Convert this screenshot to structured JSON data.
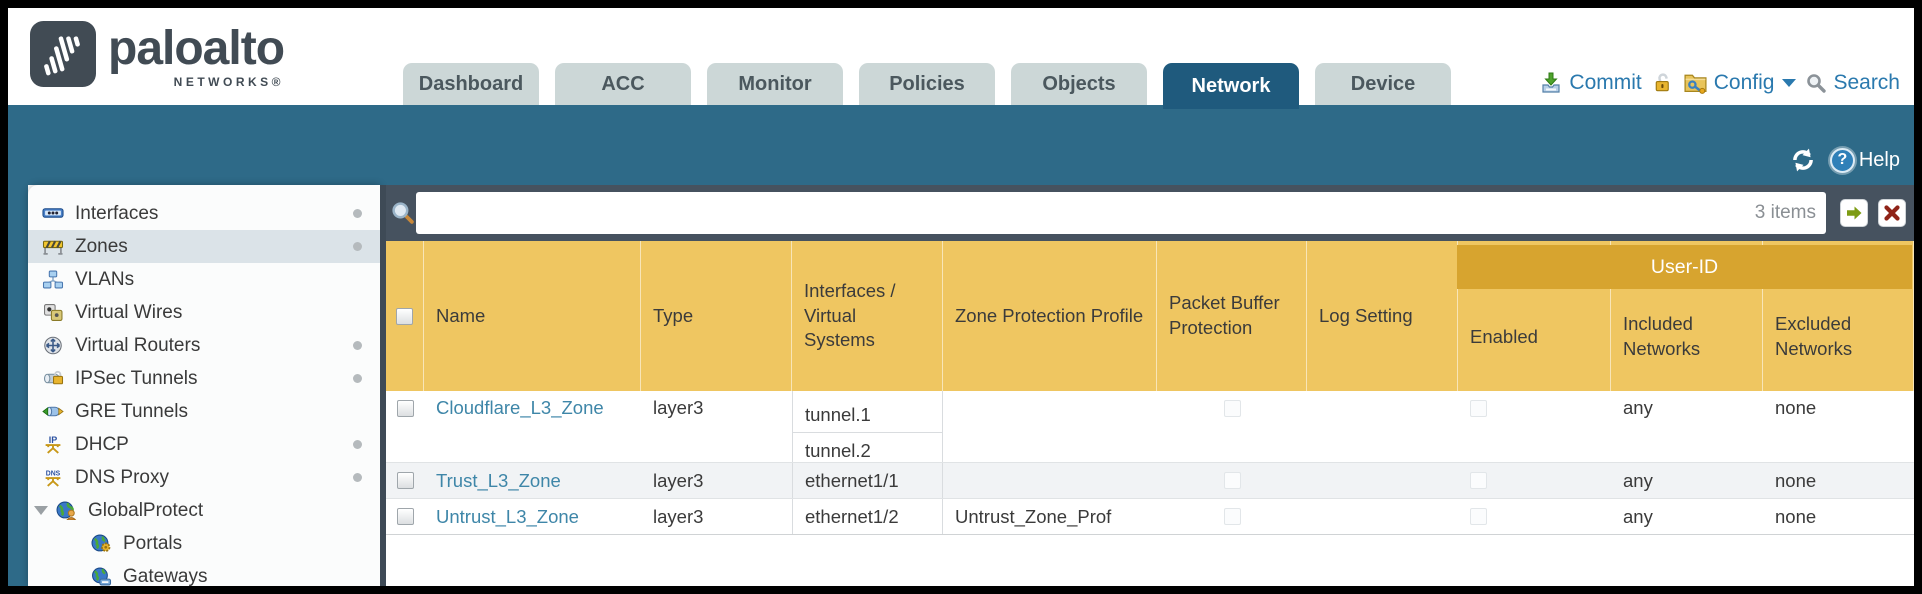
{
  "brand": {
    "name": "paloalto",
    "sub": "NETWORKS®"
  },
  "tabs": [
    {
      "label": "Dashboard",
      "active": false
    },
    {
      "label": "ACC",
      "active": false
    },
    {
      "label": "Monitor",
      "active": false
    },
    {
      "label": "Policies",
      "active": false
    },
    {
      "label": "Objects",
      "active": false
    },
    {
      "label": "Network",
      "active": true
    },
    {
      "label": "Device",
      "active": false
    }
  ],
  "toolbar": {
    "commit_label": "Commit",
    "config_label": "Config",
    "search_label": "Search"
  },
  "banner": {
    "help_label": "Help"
  },
  "sidebar": {
    "items": [
      {
        "label": "Interfaces",
        "icon": "interfaces-icon",
        "dot": true
      },
      {
        "label": "Zones",
        "icon": "zones-icon",
        "dot": true,
        "selected": true
      },
      {
        "label": "VLANs",
        "icon": "vlans-icon",
        "dot": false
      },
      {
        "label": "Virtual Wires",
        "icon": "virtual-wires-icon",
        "dot": false
      },
      {
        "label": "Virtual Routers",
        "icon": "virtual-routers-icon",
        "dot": true
      },
      {
        "label": "IPSec Tunnels",
        "icon": "ipsec-tunnels-icon",
        "dot": true
      },
      {
        "label": "GRE Tunnels",
        "icon": "gre-tunnels-icon",
        "dot": false
      },
      {
        "label": "DHCP",
        "icon": "dhcp-icon",
        "dot": true
      },
      {
        "label": "DNS Proxy",
        "icon": "dns-proxy-icon",
        "dot": true
      },
      {
        "label": "GlobalProtect",
        "icon": "globalprotect-icon",
        "dot": false,
        "expanded": true
      },
      {
        "label": "Portals",
        "icon": "portals-icon",
        "dot": false,
        "indent": true
      },
      {
        "label": "Gateways",
        "icon": "gateways-icon",
        "dot": false,
        "indent": true
      }
    ]
  },
  "filter": {
    "value": "",
    "count": "3 items"
  },
  "table": {
    "columns": [
      "Name",
      "Type",
      "Interfaces / Virtual Systems",
      "Zone Protection Profile",
      "Packet Buffer Protection",
      "Log Setting",
      "Enabled",
      "Included Networks",
      "Excluded Networks"
    ],
    "group_header": "User-ID",
    "rows": [
      {
        "name": "Cloudflare_L3_Zone",
        "type": "layer3",
        "interfaces": [
          "tunnel.1",
          "tunnel.2"
        ],
        "zone_protection_profile": "",
        "packet_buffer_protection": false,
        "log_setting": "",
        "user_id_enabled": false,
        "included_networks": "any",
        "excluded_networks": "none"
      },
      {
        "name": "Trust_L3_Zone",
        "type": "layer3",
        "interfaces": [
          "ethernet1/1"
        ],
        "zone_protection_profile": "",
        "packet_buffer_protection": false,
        "log_setting": "",
        "user_id_enabled": false,
        "included_networks": "any",
        "excluded_networks": "none"
      },
      {
        "name": "Untrust_L3_Zone",
        "type": "layer3",
        "interfaces": [
          "ethernet1/2"
        ],
        "zone_protection_profile": "Untrust_Zone_Prof",
        "packet_buffer_protection": false,
        "log_setting": "",
        "user_id_enabled": false,
        "included_networks": "any",
        "excluded_networks": "none"
      }
    ]
  },
  "colors": {
    "banner_teal": "#2e6a88",
    "active_tab": "#1f5a7d",
    "inactive_tab": "#ccd7d7",
    "table_header_gold": "#efc661",
    "user_id_band_gold": "#d7a42f",
    "link_blue": "#3e86a8",
    "toolbar_link_blue": "#2a79ae",
    "search_band_slate": "#46525f"
  }
}
